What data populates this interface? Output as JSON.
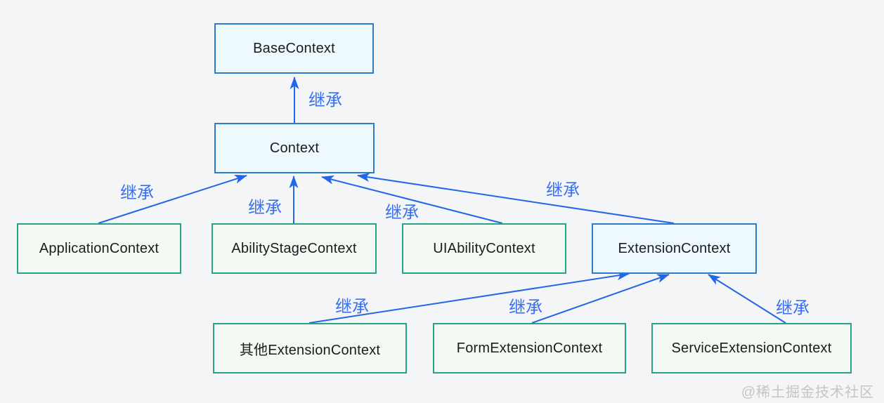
{
  "diagram": {
    "title_hint": "Context class inheritance diagram",
    "nodes": {
      "base": {
        "label": "BaseContext",
        "style": "blue"
      },
      "context": {
        "label": "Context",
        "style": "blue"
      },
      "application": {
        "label": "ApplicationContext",
        "style": "green"
      },
      "ability_stage": {
        "label": "AbilityStageContext",
        "style": "green"
      },
      "ui_ability": {
        "label": "UIAbilityContext",
        "style": "green"
      },
      "extension": {
        "label": "ExtensionContext",
        "style": "blue"
      },
      "other_extension": {
        "label": "其他ExtensionContext",
        "style": "green"
      },
      "form_extension": {
        "label": "FormExtensionContext",
        "style": "green"
      },
      "service_extension": {
        "label": "ServiceExtensionContext",
        "style": "green"
      }
    },
    "edges": [
      {
        "from": "Context",
        "to": "BaseContext",
        "label": "继承"
      },
      {
        "from": "ApplicationContext",
        "to": "Context",
        "label": "继承"
      },
      {
        "from": "AbilityStageContext",
        "to": "Context",
        "label": "继承"
      },
      {
        "from": "UIAbilityContext",
        "to": "Context",
        "label": "继承"
      },
      {
        "from": "ExtensionContext",
        "to": "Context",
        "label": "继承"
      },
      {
        "from": "其他ExtensionContext",
        "to": "ExtensionContext",
        "label": "继承"
      },
      {
        "from": "FormExtensionContext",
        "to": "ExtensionContext",
        "label": "继承"
      },
      {
        "from": "ServiceExtensionContext",
        "to": "ExtensionContext",
        "label": "继承"
      }
    ],
    "colors": {
      "background": "#f4f5f6",
      "blue_box_border": "#2b7cc9",
      "blue_box_fill": "#eef9fd",
      "green_box_border": "#29a287",
      "green_box_fill": "#f3faf4",
      "arrow": "#2365e8",
      "edge_label_text": "#3a70f0",
      "node_text": "#1b1c1e",
      "watermark_text": "#c3c5c7"
    }
  },
  "watermark": "@稀土掘金技术社区"
}
